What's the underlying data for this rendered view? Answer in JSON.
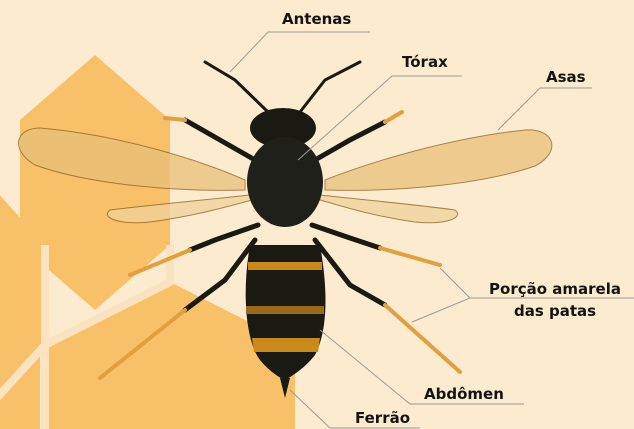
{
  "labels": {
    "antenas": "Antenas",
    "torax": "Tórax",
    "asas": "Asas",
    "porcao_line1": "Porção amarela",
    "porcao_line2": "das patas",
    "abdomen": "Abdômen",
    "ferrao": "Ferrão"
  },
  "colors": {
    "background": "#fdebcf",
    "hexagon": "#f9c06a",
    "hexagon_border": "#fbe3bf",
    "leader_line": "#9a9a9a",
    "body_dark": "#1a1a12",
    "band_yellow": "#c98a1a",
    "wing": "#e8c078",
    "leg_yellow": "#e0a040"
  }
}
